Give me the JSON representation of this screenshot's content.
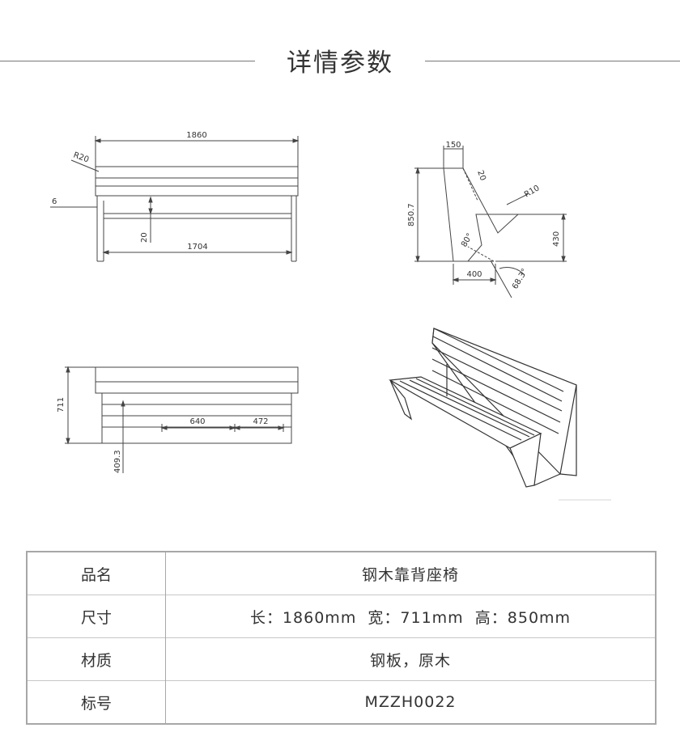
{
  "header": {
    "title": "详情参数"
  },
  "drawing": {
    "front_view": {
      "width": "1860",
      "radius": "R20",
      "gap": "6",
      "seat_gap": "20",
      "inner_width": "1704"
    },
    "side_view": {
      "top_depth": "150",
      "thickness": "20",
      "height": "850.7",
      "radius": "R10",
      "seat_angle": "80°",
      "seat_height": "430",
      "base_depth": "400",
      "leg_angle": "68.3°"
    },
    "top_view": {
      "depth": "711",
      "offset": "409.3",
      "span_a": "640",
      "span_b": "472"
    }
  },
  "specs": [
    {
      "label": "品名",
      "value": "钢木靠背座椅"
    },
    {
      "label": "尺寸",
      "value": "长：1860mm  宽：711mm  高：850mm"
    },
    {
      "label": "材质",
      "value": "钢板，原木"
    },
    {
      "label": "标号",
      "value": "MZZH0022"
    }
  ]
}
